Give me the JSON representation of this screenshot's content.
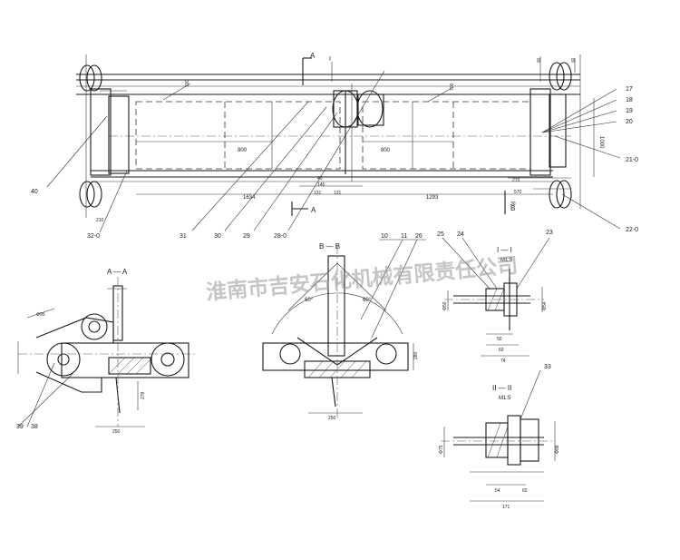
{
  "watermark": "淮南市吉安石化机械有限责任公司",
  "main_view": {
    "section_marks": [
      "A",
      "A",
      "I",
      "II",
      "II",
      "B",
      "B"
    ],
    "dimensions": [
      "800",
      "800",
      "1634",
      "131",
      "131",
      "1293",
      "270",
      "570",
      "1000",
      "700",
      "700",
      "145",
      "40",
      "30",
      "210"
    ],
    "leaders_left": [
      "40",
      "32-0"
    ],
    "leaders_bottom": [
      "31",
      "30",
      "29",
      "28-0"
    ],
    "leaders_right": [
      "17",
      "18",
      "19",
      "20",
      "21-0",
      "22-0"
    ]
  },
  "section_aa": {
    "title": "A — A",
    "dimensions": [
      "250",
      "278",
      "Φ95"
    ],
    "leaders": [
      "39",
      "38"
    ]
  },
  "section_bb": {
    "title": "B — B",
    "dimensions": [
      "60°",
      "60°",
      "250",
      "280"
    ],
    "leaders": [
      "10",
      "11",
      "26"
    ]
  },
  "detail_i": {
    "title": "I — I",
    "scale": "M1:5",
    "dimensions": [
      "50",
      "60",
      "74",
      "Φ50",
      "Φ54"
    ],
    "leaders": [
      "25",
      "24",
      "23"
    ]
  },
  "detail_ii": {
    "title": "II — II",
    "scale": "M1:5",
    "dimensions": [
      "54",
      "60",
      "171",
      "Φ75",
      "Φ98"
    ],
    "leaders": [
      "33"
    ]
  }
}
